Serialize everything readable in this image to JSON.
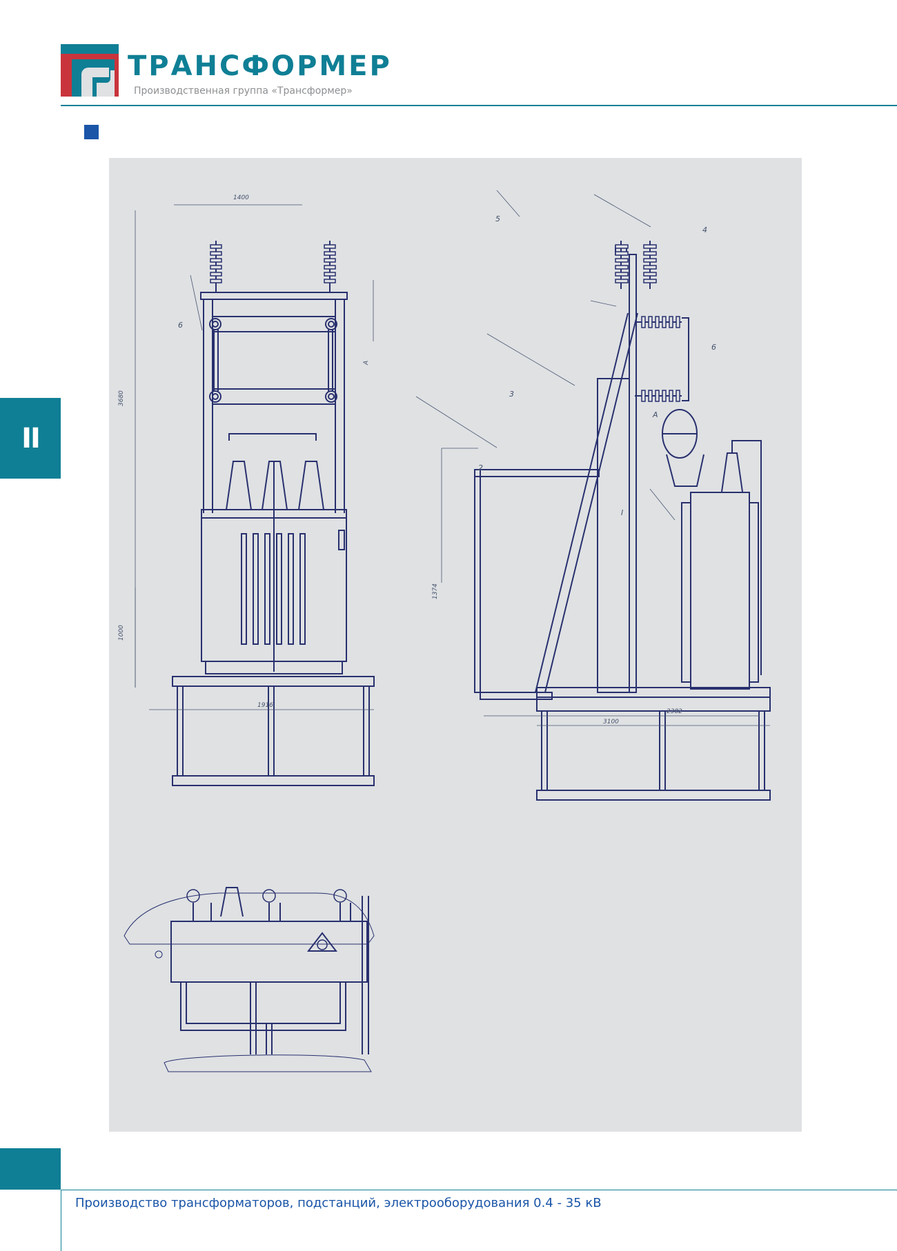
{
  "header": {
    "brand_name": "ТРАНСФОРМЕР",
    "brand_subtitle": "Производственная группа «Трансформер»"
  },
  "section": {
    "tab_label": "II"
  },
  "drawing": {
    "dimensions": {
      "top_width": "1400",
      "total_height": "3680",
      "base_height": "1000",
      "base_width": "1916",
      "side_height": "1374",
      "side_base_width": "2382",
      "side_total_width": "3100",
      "bracket": "A"
    },
    "callouts": [
      "1",
      "2",
      "3",
      "4",
      "5",
      "6",
      "6"
    ],
    "view_marker": "A",
    "section_marker": "I"
  },
  "footer": {
    "text": "Производство трансформаторов, подстанций, электрооборудования 0.4 - 35 кВ"
  },
  "colors": {
    "brand": "#0f7f95",
    "accent_red": "#c9343c",
    "line": "#28306e",
    "panel": "#dfe1e3"
  }
}
